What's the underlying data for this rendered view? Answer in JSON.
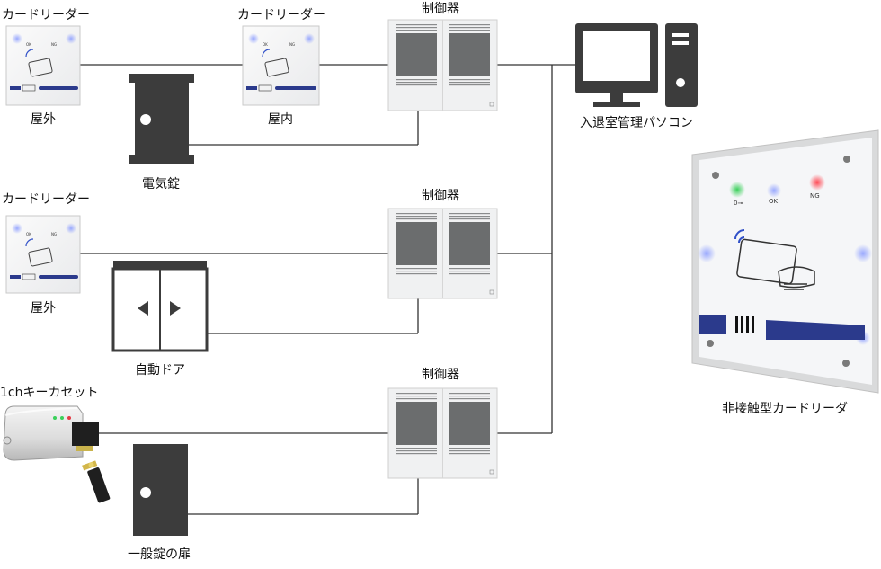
{
  "rows": [
    {
      "reader_title": "カードリーダー",
      "reader_caption": "屋外",
      "inner_reader_title": "カードリーダー",
      "inner_reader_caption": "屋内",
      "controller_label": "制御器",
      "lock_caption": "電気錠"
    },
    {
      "reader_title": "カードリーダー",
      "reader_caption": "屋外",
      "controller_label": "制御器",
      "door_caption": "自動ドア"
    },
    {
      "keybox_title": "1chキーカセット",
      "controller_label": "制御器",
      "door_caption": "一般錠の扉"
    }
  ],
  "pc_label": "入退室管理パソコン",
  "product": {
    "caption": "非接触型カードリーダ",
    "led_labels": [
      "OK",
      "NG"
    ]
  },
  "reader_small_leds": [
    "OK",
    "NG"
  ],
  "colors": {
    "line": "#333333",
    "dark": "#3c3c3c",
    "panel": "#f2f3f4",
    "grille": "#6b6d6e",
    "accent_blue": "#2b3a8c",
    "led_green": "#3ad05a",
    "led_red": "#e43b45",
    "led_blue_glow": "#6a7cff"
  }
}
